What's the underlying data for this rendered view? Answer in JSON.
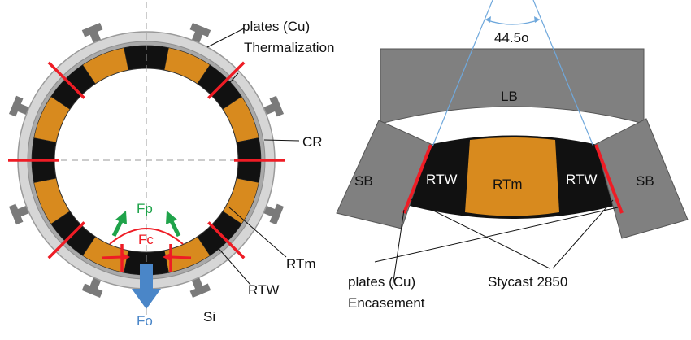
{
  "colors": {
    "copper_orange": "#D88A1E",
    "black": "#111111",
    "gray_dark": "#8A8A8A",
    "gray_mid": "#A9A9A9",
    "gray_light": "#D6D6D6",
    "red": "#EE1C25",
    "green": "#1FA34A",
    "blue": "#4A86C8",
    "guide_blue": "#6FA8DC"
  },
  "labels": {
    "thermalization_plates_line1": "plates (Cu)",
    "thermalization_plates_line2": "Thermalization",
    "cr": "CR",
    "rtm_left": "RTm",
    "rtw_left": "RTW",
    "si": "Si",
    "fo": "Fo",
    "fc": "Fc",
    "fp": "Fp",
    "lb": "LB",
    "angle": "44.5o",
    "sb_left": "SB",
    "sb_right": "SB",
    "rtw_center_left": "RTW",
    "rtm_center": "RTm",
    "rtw_center_right": "RTW",
    "encasement_line1": "plates (Cu)",
    "encasement_line2": "Encasement",
    "stycast": "Stycast 2850"
  }
}
